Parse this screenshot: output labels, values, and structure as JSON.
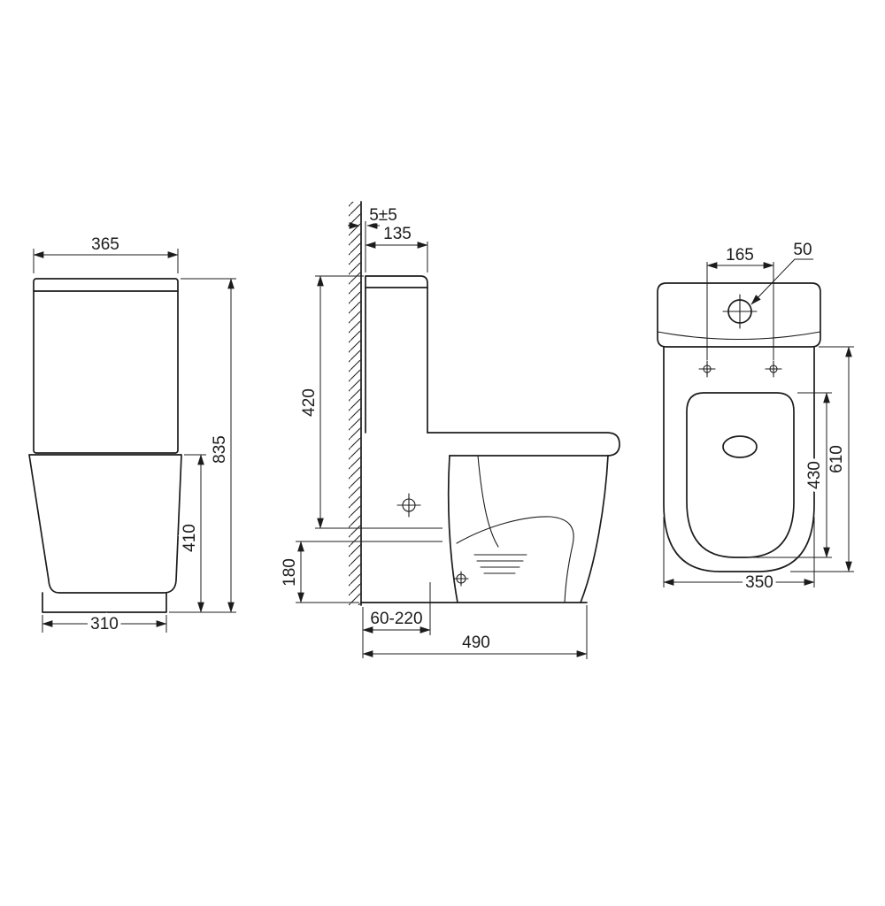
{
  "drawing": {
    "kind": "toilet-three-view-technical-drawing",
    "views": {
      "front": {
        "tank_width": "365",
        "overall_height": "835",
        "lower_height": "410",
        "base_width": "310"
      },
      "side": {
        "wall_gap": "5±5",
        "top_depth": "135",
        "upper_height": "420",
        "outlet_height": "180",
        "outlet_range": "60-220",
        "overall_depth": "490"
      },
      "top": {
        "hole_pitch": "165",
        "hole_diameter": "50",
        "overall_length": "610",
        "inner_length": "430",
        "width": "350"
      }
    }
  }
}
